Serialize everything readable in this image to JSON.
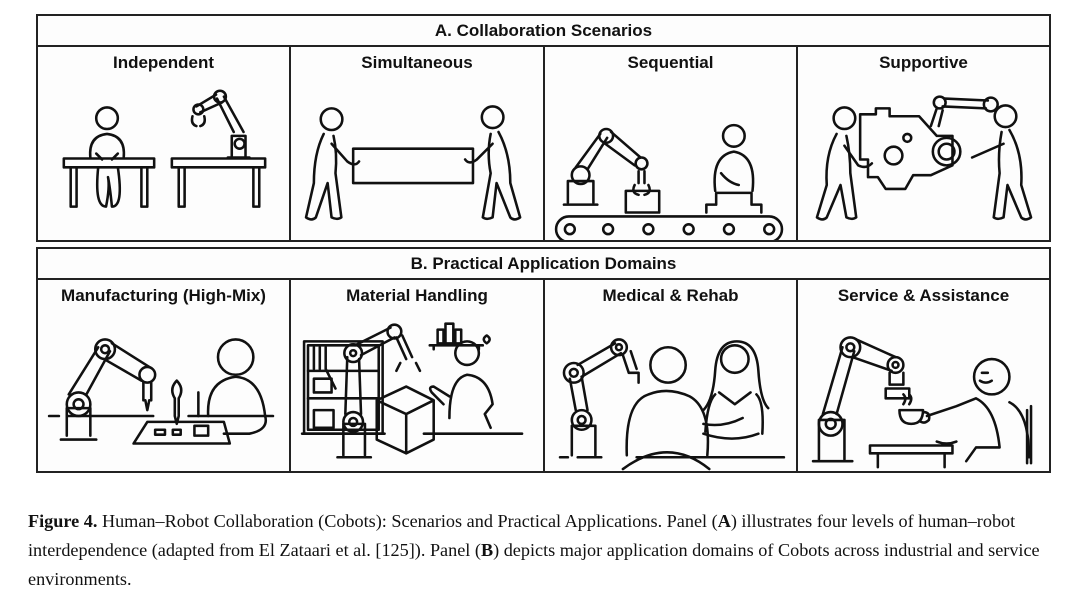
{
  "panel_a": {
    "header": "A. Collaboration Scenarios",
    "cells": [
      {
        "title": "Independent",
        "icon": "human-at-desk-and-robot-at-separate-desk"
      },
      {
        "title": "Simultaneous",
        "icon": "two-humans-carrying-board"
      },
      {
        "title": "Sequential",
        "icon": "robot-and-human-on-conveyor"
      },
      {
        "title": "Supportive",
        "icon": "human-and-robot-holding-part"
      }
    ]
  },
  "panel_b": {
    "header": "B. Practical Application Domains",
    "cells": [
      {
        "title": "Manufacturing (High-Mix)",
        "icon": "robot-assembling-circuit-board"
      },
      {
        "title": "Material Handling",
        "icon": "robot-lifting-box-warehouse"
      },
      {
        "title": "Medical & Rehab",
        "icon": "robot-patient-nurse"
      },
      {
        "title": "Service & Assistance",
        "icon": "robot-serving-cup-to-elder"
      }
    ]
  },
  "caption": {
    "label": "Figure 4.",
    "text_1": " Human–Robot Collaboration (Cobots): Scenarios and Practical Applications. Panel (",
    "panel_a_ref": "A",
    "text_2": ") illustrates four levels of human–robot interdependence (adapted from El Zataari et al. [125]). Panel (",
    "panel_b_ref": "B",
    "text_3": ") depicts major application domains of Cobots across industrial and service environments."
  }
}
